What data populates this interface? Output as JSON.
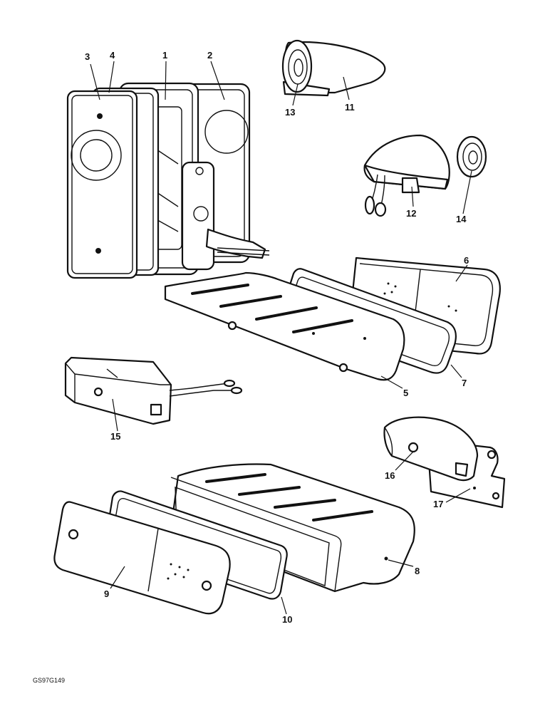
{
  "diagram": {
    "reference_code": "GS97G149",
    "callouts": [
      {
        "id": "c1",
        "label": "1"
      },
      {
        "id": "c2",
        "label": "2"
      },
      {
        "id": "c3",
        "label": "3"
      },
      {
        "id": "c4",
        "label": "4"
      },
      {
        "id": "c5",
        "label": "5"
      },
      {
        "id": "c6",
        "label": "6"
      },
      {
        "id": "c7",
        "label": "7"
      },
      {
        "id": "c8",
        "label": "8"
      },
      {
        "id": "c9",
        "label": "9"
      },
      {
        "id": "c10",
        "label": "10"
      },
      {
        "id": "c11",
        "label": "11"
      },
      {
        "id": "c12",
        "label": "12"
      },
      {
        "id": "c13",
        "label": "13"
      },
      {
        "id": "c14",
        "label": "14"
      },
      {
        "id": "c15",
        "label": "15"
      },
      {
        "id": "c16",
        "label": "16"
      },
      {
        "id": "c17",
        "label": "17"
      }
    ]
  }
}
